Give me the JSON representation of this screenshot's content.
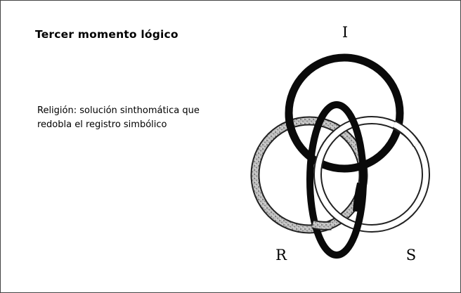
{
  "slide": {
    "title": "Tercer momento lógico",
    "body": "Religión: solución sinthomática que redobla el registro simbólico"
  },
  "diagram": {
    "labels": {
      "top": "I",
      "left": "R",
      "right": "S"
    },
    "colors": {
      "imaginary_ring": "#0a0a0a",
      "sinthome_ring": "#0a0a0a",
      "real_ring_fill": "#b9b9b9",
      "real_ring_outline": "#222222",
      "symbolic_ring_outline": "#222222"
    }
  }
}
